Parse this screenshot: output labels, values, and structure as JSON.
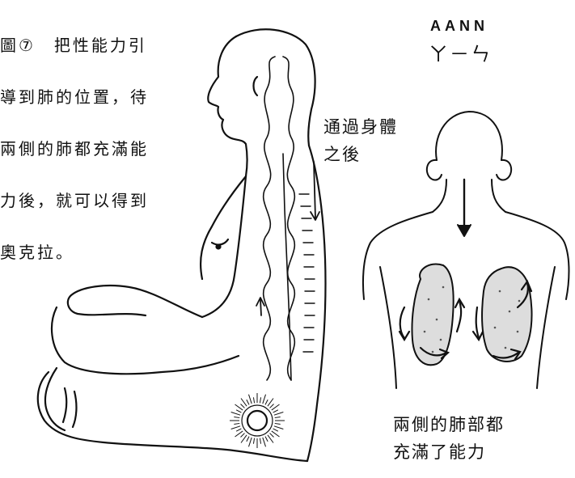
{
  "caption": {
    "lines": [
      "圖⑦　把性能力引",
      "導到肺的位置，待",
      "兩側的肺都充滿能",
      "力後，就可以得到",
      "奧克拉。"
    ]
  },
  "side_label": {
    "lines": [
      "通過身體",
      "之後"
    ]
  },
  "chant": {
    "title": "AANN",
    "phonetic": "ㄚ－ㄣ"
  },
  "back_label": {
    "lines": [
      "兩側的肺部都",
      "充滿了能力"
    ]
  },
  "icons": {
    "seated_figure": "meditating-figure-illustration",
    "sun_symbol": "radiant-sun-icon",
    "back_figure": "back-view-illustration"
  }
}
